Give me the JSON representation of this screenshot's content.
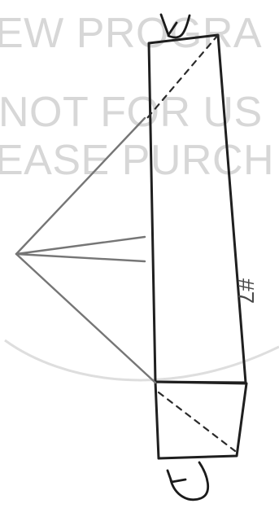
{
  "watermark": {
    "lines": [
      "EW PROGRA",
      "NOT FOR US",
      "EASE PURCH"
    ]
  },
  "diagram": {
    "step_label": "#7"
  }
}
